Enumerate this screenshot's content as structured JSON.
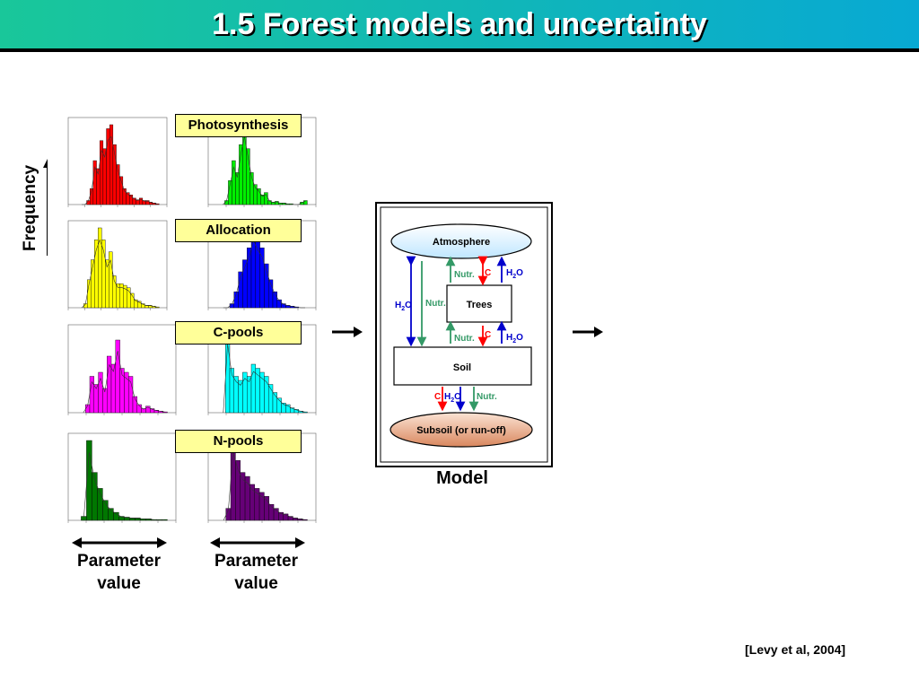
{
  "title": "1.5 Forest models and uncertainty",
  "labels": {
    "photosynthesis": "Photosynthesis",
    "allocation": "Allocation",
    "c_pools": "C-pools",
    "n_pools": "N-pools"
  },
  "axis": {
    "frequency": "Frequency",
    "parameter_value_1": "Parameter",
    "parameter_value_2": "value"
  },
  "model": {
    "label": "Model",
    "atmosphere": "Atmosphere",
    "trees": "Trees",
    "soil": "Soil",
    "subsoil": "Subsoil (or run-off)",
    "nutr": "Nutr.",
    "c": "C",
    "h2o_h": "H",
    "h2o_2": "2",
    "h2o_o": "O"
  },
  "reference": "[Levy et al, 2004]",
  "colors": {
    "photosynthesis_left": "#ff0000",
    "photosynthesis_right": "#00ee00",
    "allocation_left": "#ffff00",
    "allocation_right": "#0000ff",
    "cpools_left": "#ff00ff",
    "cpools_right": "#00ffff",
    "npools_left": "#007700",
    "npools_right": "#660077",
    "label_box": "#ffff99",
    "water": "#0000cc",
    "nutrient": "#339966",
    "carbon": "#ff0000"
  },
  "histograms": [
    {
      "color": "#ff0000",
      "bars": [
        0,
        0,
        0.05,
        0.2,
        0.55,
        0.45,
        0.8,
        0.7,
        0.95,
        1.0,
        0.75,
        0.5,
        0.35,
        0.2,
        0.15,
        0.12,
        0.08,
        0.06,
        0.08,
        0.05,
        0.05,
        0.03,
        0.02,
        0.01
      ]
    },
    {
      "color": "#00ee00",
      "bars": [
        0,
        0.05,
        0.3,
        0.55,
        0.4,
        0.75,
        1.0,
        0.7,
        0.4,
        0.25,
        0.2,
        0.12,
        0.15,
        0.05,
        0.03,
        0.04,
        0.02,
        0.02,
        0.01,
        0.01,
        0.0,
        0.0,
        0.03,
        0.05
      ]
    },
    {
      "color": "#ffff00",
      "bars": [
        0,
        0.05,
        0.35,
        0.6,
        0.85,
        1.0,
        0.85,
        0.6,
        0.7,
        0.4,
        0.3,
        0.3,
        0.28,
        0.25,
        0.18,
        0.1,
        0.08,
        0.05,
        0.03,
        0.03,
        0.02,
        0.01
      ]
    },
    {
      "color": "#0000ff",
      "bars": [
        0,
        0,
        0.05,
        0.2,
        0.45,
        0.6,
        0.75,
        1.0,
        0.85,
        0.75,
        0.55,
        0.35,
        0.2,
        0.1,
        0.05,
        0.03,
        0.02,
        0.01,
        0,
        0
      ]
    },
    {
      "color": "#ff00ff",
      "bars": [
        0,
        0.1,
        0.45,
        0.35,
        0.5,
        0.3,
        0.7,
        0.6,
        0.9,
        0.55,
        0.5,
        0.45,
        0.2,
        0.1,
        0.05,
        0.08,
        0.05,
        0.03,
        0.02,
        0.01
      ]
    },
    {
      "color": "#00ffff",
      "bars": [
        0,
        1.0,
        0.55,
        0.45,
        0.4,
        0.5,
        0.45,
        0.6,
        0.55,
        0.5,
        0.45,
        0.35,
        0.25,
        0.18,
        0.12,
        0.1,
        0.06,
        0.04,
        0.02,
        0.01
      ]
    },
    {
      "color": "#007700",
      "bars": [
        0.05,
        1.0,
        0.6,
        0.4,
        0.25,
        0.15,
        0.1,
        0.05,
        0.04,
        0.03,
        0.03,
        0.02,
        0.02,
        0.01,
        0.01,
        0.01
      ]
    },
    {
      "color": "#660077",
      "bars": [
        0,
        0.15,
        1.0,
        0.75,
        0.6,
        0.55,
        0.45,
        0.4,
        0.35,
        0.3,
        0.2,
        0.15,
        0.1,
        0.08,
        0.05,
        0.03,
        0.02,
        0.01
      ]
    }
  ]
}
